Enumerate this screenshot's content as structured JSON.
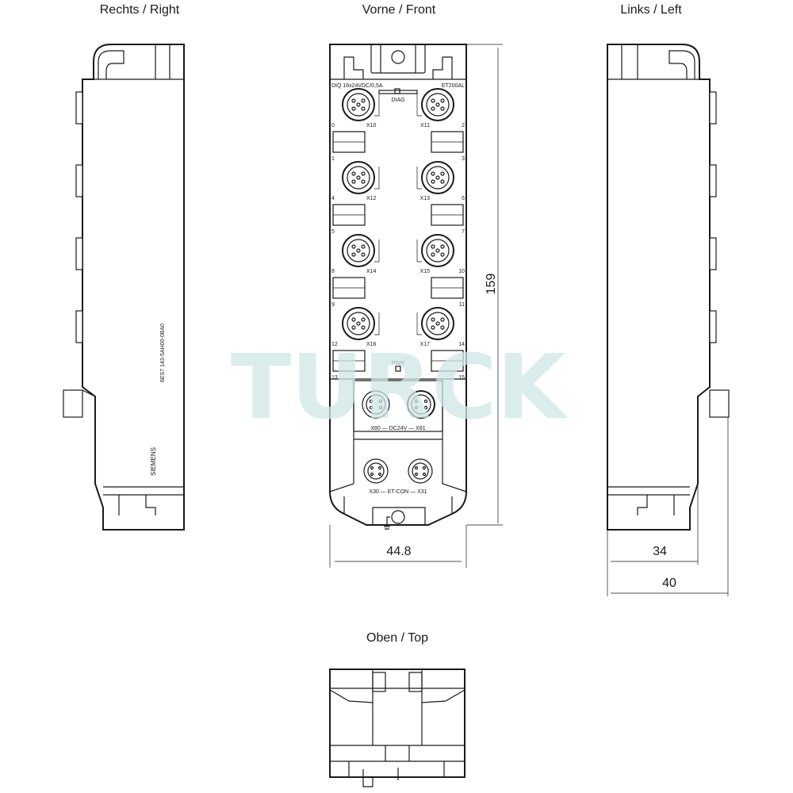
{
  "views": {
    "right": "Rechts / Right",
    "front": "Vorne / Front",
    "left": "Links / Left",
    "top": "Oben / Top"
  },
  "dimensions": {
    "height": "159",
    "front_width": "44.8",
    "depth_inner": "34",
    "depth_outer": "40"
  },
  "device": {
    "article_number": "6ES7 143-5AH00-0BA0",
    "brand": "SIEMENS",
    "type_label": "DIQ 16x24VDC/0,5A",
    "family_label": "ET200AL",
    "diag_label": "DIAG",
    "pwr_label": "PWR",
    "power_label": "X80 — DC24V — X81",
    "bus_label": "X30 — ET-CON — X31"
  },
  "connectors": [
    {
      "id": "X10",
      "left_num": "0",
      "right_num": "1"
    },
    {
      "id": "X11",
      "left_num": "2",
      "right_num": "3"
    },
    {
      "id": "X12",
      "left_num": "4",
      "right_num": "5"
    },
    {
      "id": "X13",
      "left_num": "6",
      "right_num": "7"
    },
    {
      "id": "X14",
      "left_num": "8",
      "right_num": "9"
    },
    {
      "id": "X15",
      "left_num": "10",
      "right_num": "11"
    },
    {
      "id": "X16",
      "left_num": "12",
      "right_num": "13"
    },
    {
      "id": "X17",
      "left_num": "14",
      "right_num": "15"
    }
  ],
  "watermark": "TURCK"
}
